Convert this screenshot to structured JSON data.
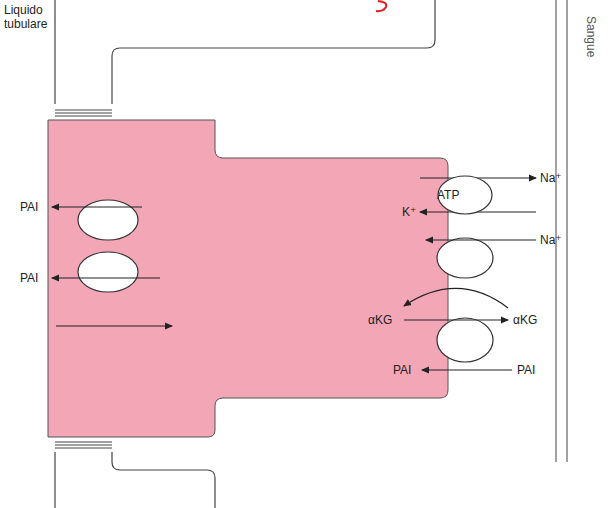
{
  "diagram": {
    "nodes": [
      {
        "text": [
          "ATP"
        ]
      }
    ],
    "labels": [
      "Liquido tubulare",
      "Sangue",
      "Na⁺",
      "PAI",
      "K⁺",
      "Na⁺",
      "PAI",
      "αKG",
      "αKG",
      "PAI",
      "PAI"
    ]
  }
}
